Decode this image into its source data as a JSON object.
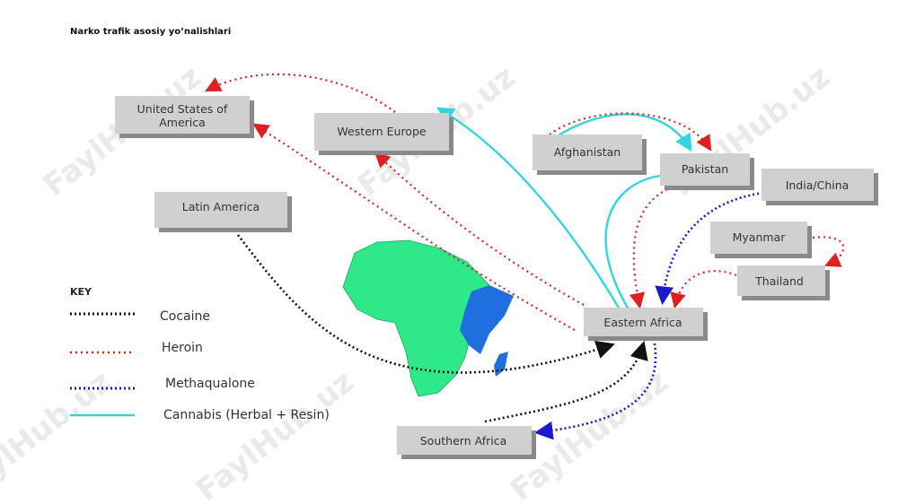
{
  "title": "Narko trafik asosiy yo’nalishlari",
  "watermark": "FaylHub.uz",
  "nodes": {
    "usa": "United States of America",
    "western_europe": "Western Europe",
    "afghanistan": "Afghanistan",
    "pakistan": "Pakistan",
    "india_china": "India/China",
    "latin_america": "Latin America",
    "myanmar": "Myanmar",
    "thailand": "Thailand",
    "eastern_africa": "Eastern Africa",
    "southern_africa": "Southern Africa"
  },
  "key": {
    "heading": "KEY",
    "items": [
      {
        "label": "Cocaine",
        "color": "#111111",
        "style": "dotted"
      },
      {
        "label": "Heroin",
        "color": "#e02020",
        "style": "dotted"
      },
      {
        "label": "Methaqualone",
        "color": "#1a1ad0",
        "style": "dotted"
      },
      {
        "label": "Cannabis (Herbal + Resin)",
        "color": "#33d6e0",
        "style": "solid"
      }
    ]
  },
  "colors": {
    "africa": "#2ee88a",
    "east_africa_highlight": "#1f6fe0",
    "node_fill": "#d0d0d0",
    "node_shadow": "#8a8a8a"
  }
}
